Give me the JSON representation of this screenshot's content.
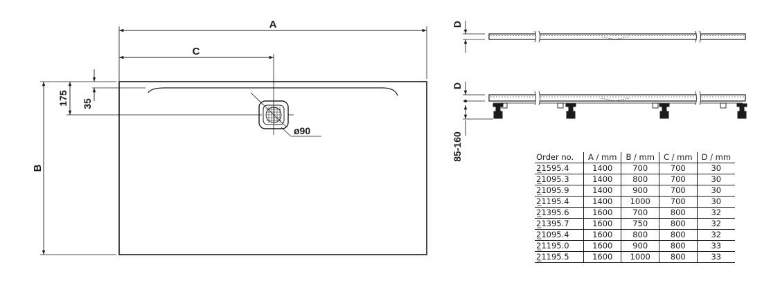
{
  "plan_view": {
    "dim_a": "A",
    "dim_b": "B",
    "dim_c": "C",
    "dim_175": "175",
    "dim_35": "35",
    "drain_diameter": "ø90"
  },
  "side_views": {
    "dim_d_top": "D",
    "dim_d_bottom": "D",
    "leg_height_range": "85-160"
  },
  "spec_table": {
    "headers": [
      "Order no.",
      "A / mm",
      "B / mm",
      "C / mm",
      "D / mm"
    ],
    "rows": [
      [
        "2̲1595.4",
        "1400",
        "700",
        "700",
        "30"
      ],
      [
        "2̲1095.3",
        "1400",
        "800",
        "700",
        "30"
      ],
      [
        "2̲1095.9",
        "1400",
        "900",
        "700",
        "30"
      ],
      [
        "2̲1195.4",
        "1400",
        "1000",
        "700",
        "30"
      ],
      [
        "2̲1395.6",
        "1600",
        "700",
        "800",
        "32"
      ],
      [
        "2̲1395.7",
        "1600",
        "750",
        "800",
        "32"
      ],
      [
        "2̲1095.4",
        "1600",
        "800",
        "800",
        "32"
      ],
      [
        "2̲1195.0",
        "1600",
        "900",
        "800",
        "33"
      ],
      [
        "2̲1195.5",
        "1600",
        "1000",
        "800",
        "33"
      ]
    ]
  }
}
